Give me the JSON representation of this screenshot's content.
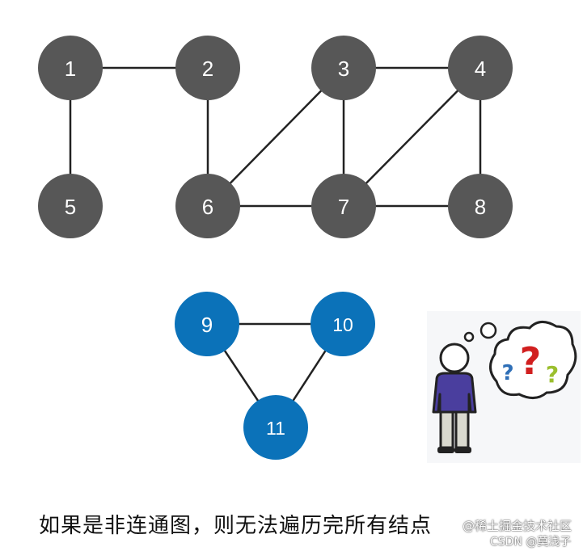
{
  "graph": {
    "edge_color": "#222222",
    "nodes": [
      {
        "id": "1",
        "color": "#575757"
      },
      {
        "id": "2",
        "color": "#575757"
      },
      {
        "id": "3",
        "color": "#575757"
      },
      {
        "id": "4",
        "color": "#575757"
      },
      {
        "id": "5",
        "color": "#575757"
      },
      {
        "id": "6",
        "color": "#575757"
      },
      {
        "id": "7",
        "color": "#575757"
      },
      {
        "id": "8",
        "color": "#575757"
      },
      {
        "id": "9",
        "color": "#0b72b9"
      },
      {
        "id": "10",
        "color": "#0b72b9"
      },
      {
        "id": "11",
        "color": "#0b72b9"
      }
    ],
    "edges": [
      [
        "1",
        "2"
      ],
      [
        "1",
        "5"
      ],
      [
        "2",
        "6"
      ],
      [
        "3",
        "4"
      ],
      [
        "3",
        "6"
      ],
      [
        "3",
        "7"
      ],
      [
        "4",
        "7"
      ],
      [
        "4",
        "8"
      ],
      [
        "6",
        "7"
      ],
      [
        "7",
        "8"
      ],
      [
        "9",
        "10"
      ],
      [
        "9",
        "11"
      ],
      [
        "10",
        "11"
      ]
    ]
  },
  "illustration": {
    "icon": "confused-person-icon",
    "question_marks": [
      "?",
      "?",
      "?"
    ],
    "question_colors": [
      "#2f6fb7",
      "#d11f1f",
      "#9bbf2e"
    ]
  },
  "caption": "如果是非连通图，则无法遍历完所有结点",
  "watermark": {
    "line1": "@稀土掘金技术社区",
    "line2": "CSDN @莫浅子"
  }
}
